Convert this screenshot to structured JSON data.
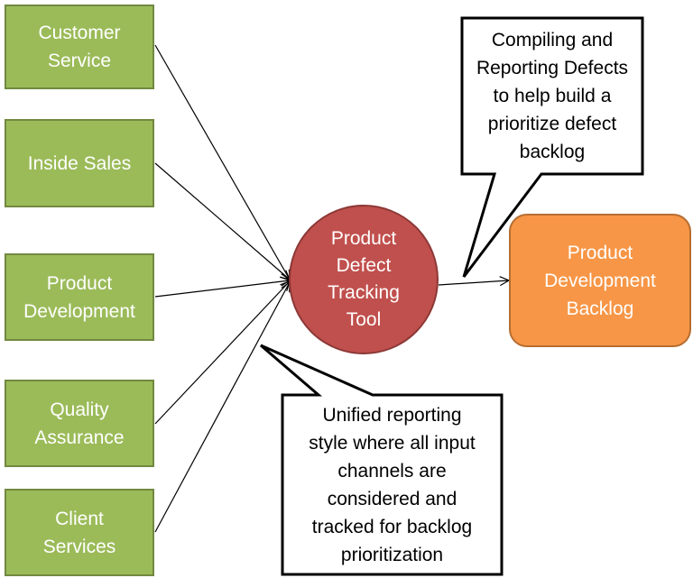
{
  "diagram": {
    "inputs": [
      {
        "lines": [
          "Customer",
          "Service"
        ]
      },
      {
        "lines": [
          "Inside Sales"
        ]
      },
      {
        "lines": [
          "Product",
          "Development"
        ]
      },
      {
        "lines": [
          "Quality",
          "Assurance"
        ]
      },
      {
        "lines": [
          "Client",
          "Services"
        ]
      }
    ],
    "hub": {
      "lines": [
        "Product",
        "Defect",
        "Tracking",
        "Tool"
      ]
    },
    "output": {
      "lines": [
        "Product",
        "Development",
        "Backlog"
      ]
    },
    "callouts": [
      {
        "lines": [
          "Compiling and",
          "Reporting Defects",
          "to help build a",
          "prioritize defect",
          "backlog"
        ]
      },
      {
        "lines": [
          "Unified reporting",
          "style where all input",
          "channels are",
          "considered and",
          "tracked for backlog",
          "prioritization"
        ]
      }
    ],
    "colors": {
      "input_fill": "#9bbb59",
      "hub_fill": "#c0504d",
      "output_fill": "#f79646",
      "callout_fill": "#ffffff"
    }
  }
}
